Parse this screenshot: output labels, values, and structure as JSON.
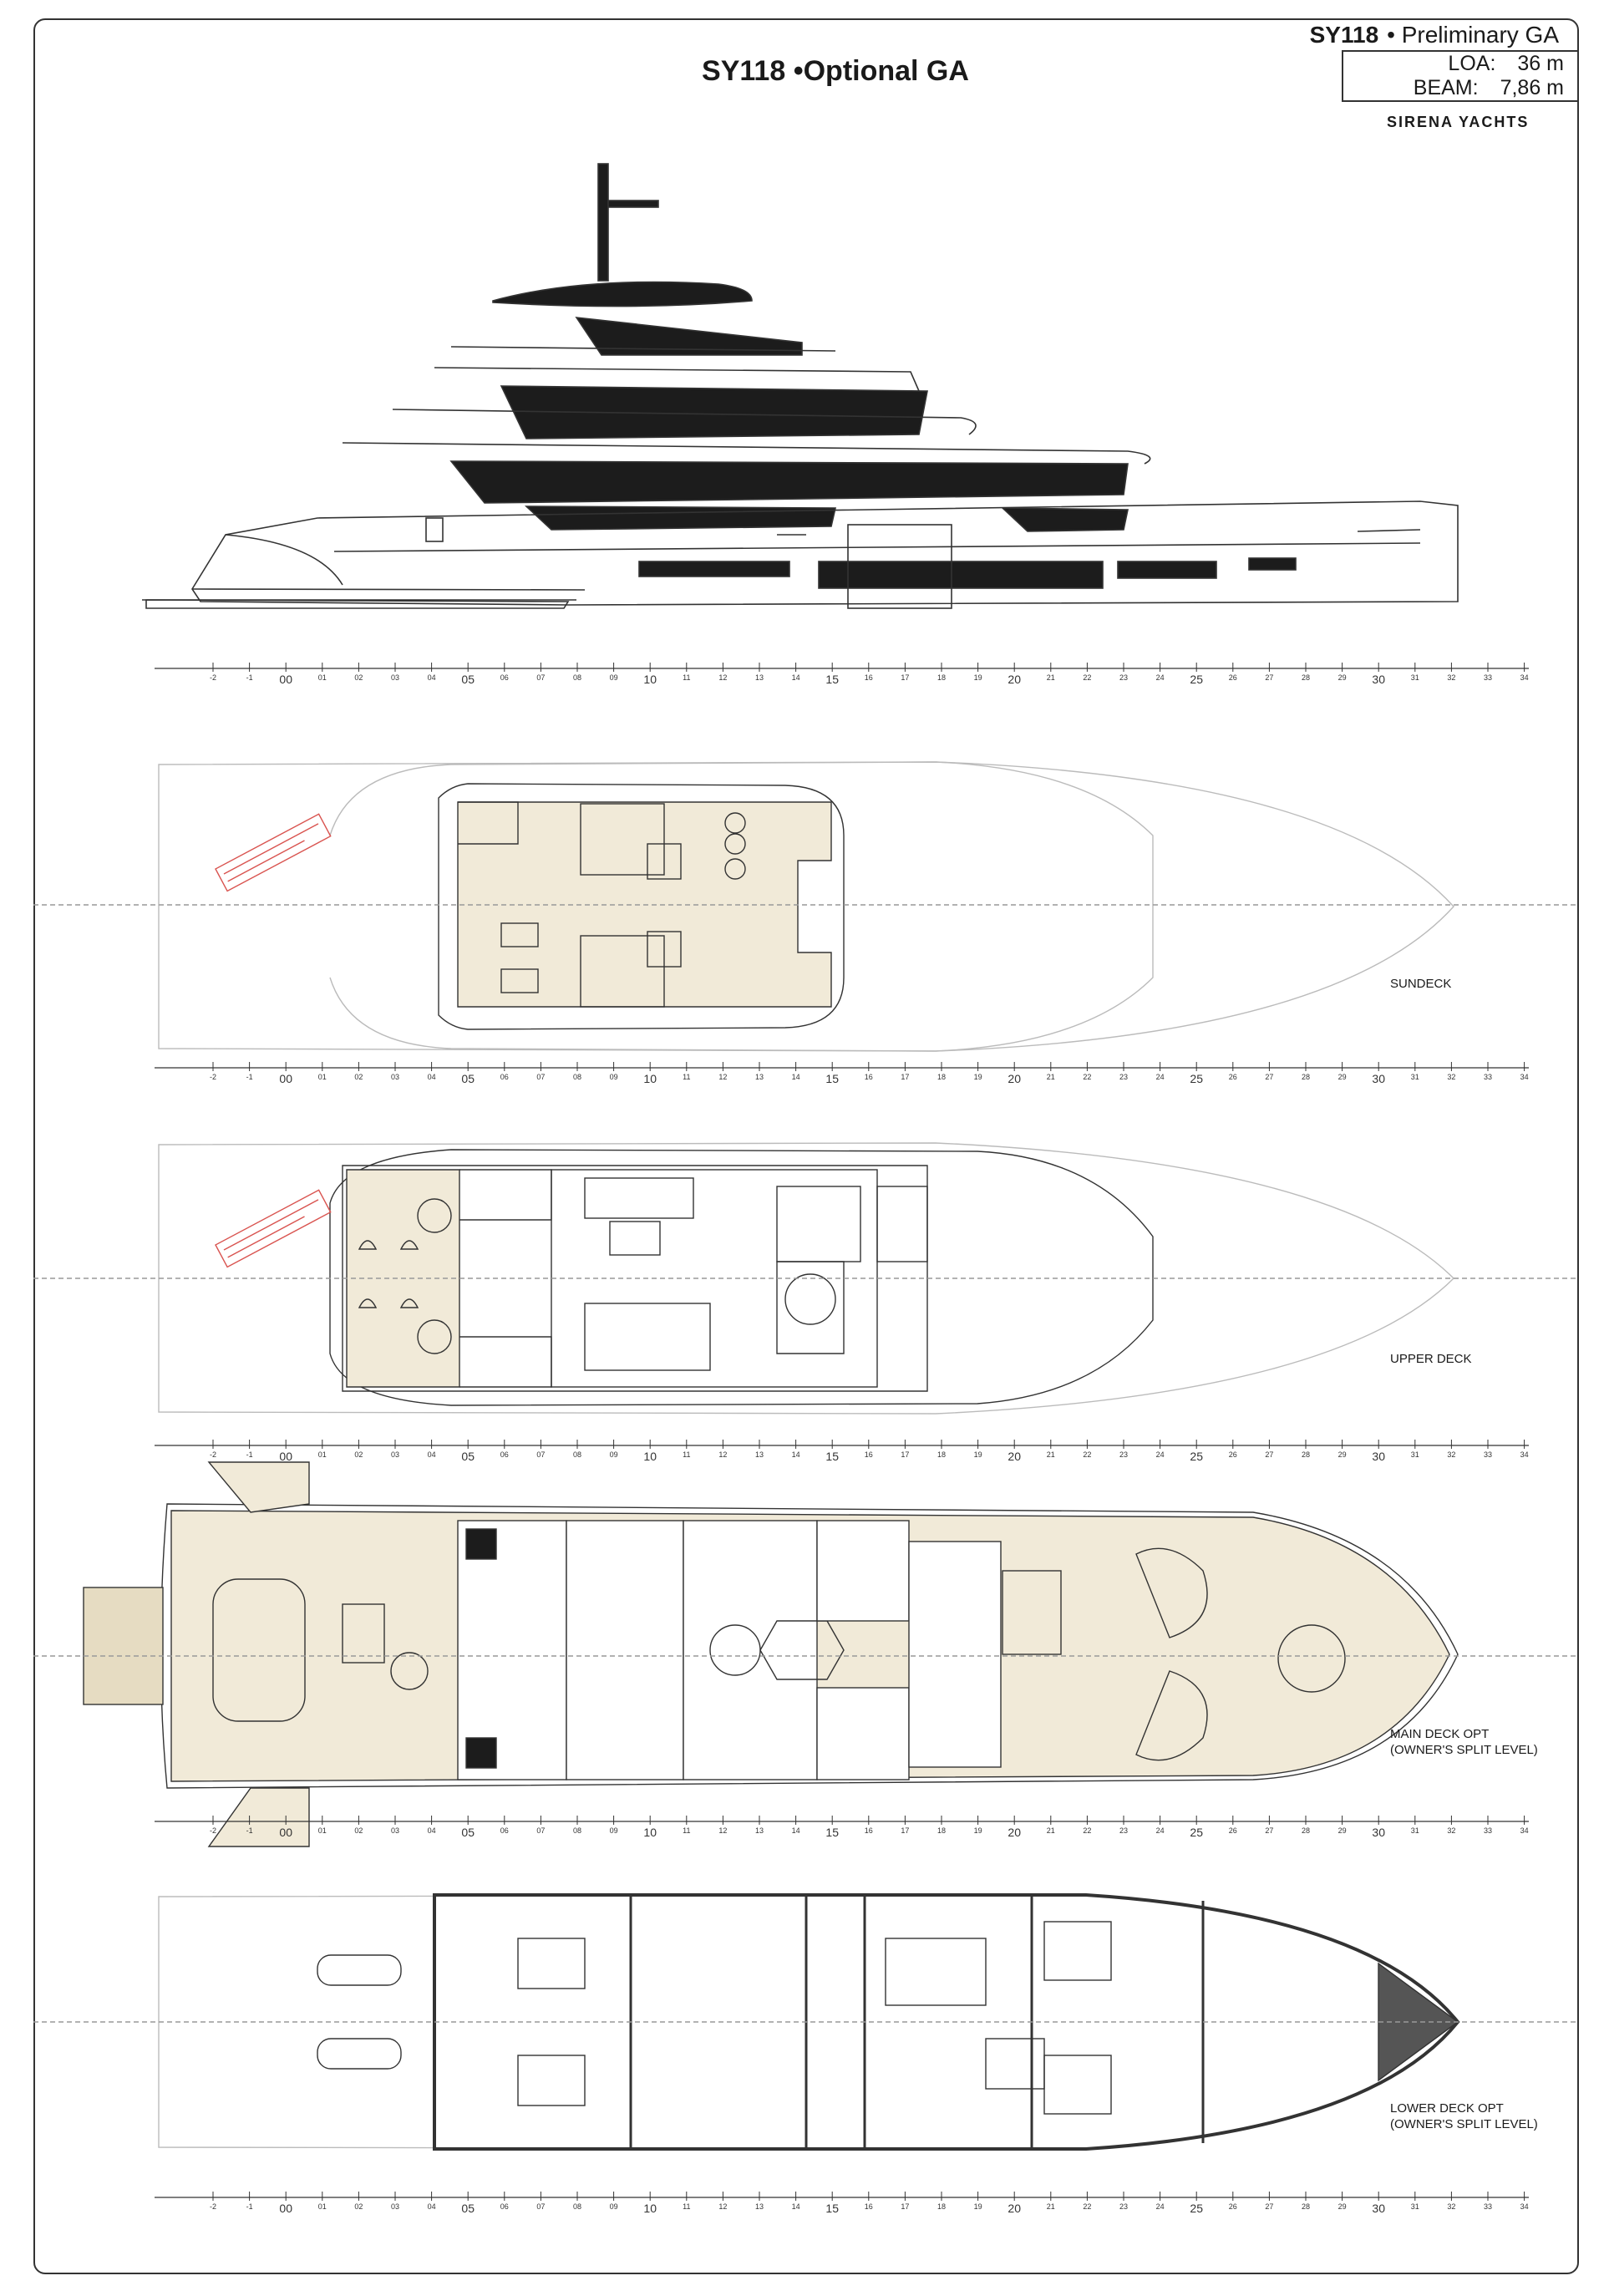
{
  "header": {
    "model": "SY118",
    "subtitle": "• Preliminary GA",
    "main_title": "SY118 •Optional GA",
    "loa_label": "LOA:",
    "loa_value": "36 m",
    "beam_label": "BEAM:",
    "beam_value": "7,86 m",
    "brand": "SIRENA YACHTS"
  },
  "decks": [
    {
      "label": "SUNDECK"
    },
    {
      "label": "UPPER DECK"
    },
    {
      "label": "MAIN DECK OPT\n(OWNER'S SPLIT LEVEL)"
    },
    {
      "label": "LOWER DECK OPT\n(OWNER'S SPLIT LEVEL)"
    }
  ],
  "scale_ticks": [
    "-2",
    "-1",
    "00",
    "01",
    "02",
    "03",
    "04",
    "05",
    "06",
    "07",
    "08",
    "09",
    "10",
    "11",
    "12",
    "13",
    "14",
    "15",
    "16",
    "17",
    "18",
    "19",
    "20",
    "21",
    "22",
    "23",
    "24",
    "25",
    "26",
    "27",
    "28",
    "29",
    "30",
    "31",
    "32",
    "33",
    "34"
  ],
  "colors": {
    "teak": "#f1ead8",
    "line": "#333333",
    "black": "#1c1c1c",
    "grey": "#777777"
  }
}
